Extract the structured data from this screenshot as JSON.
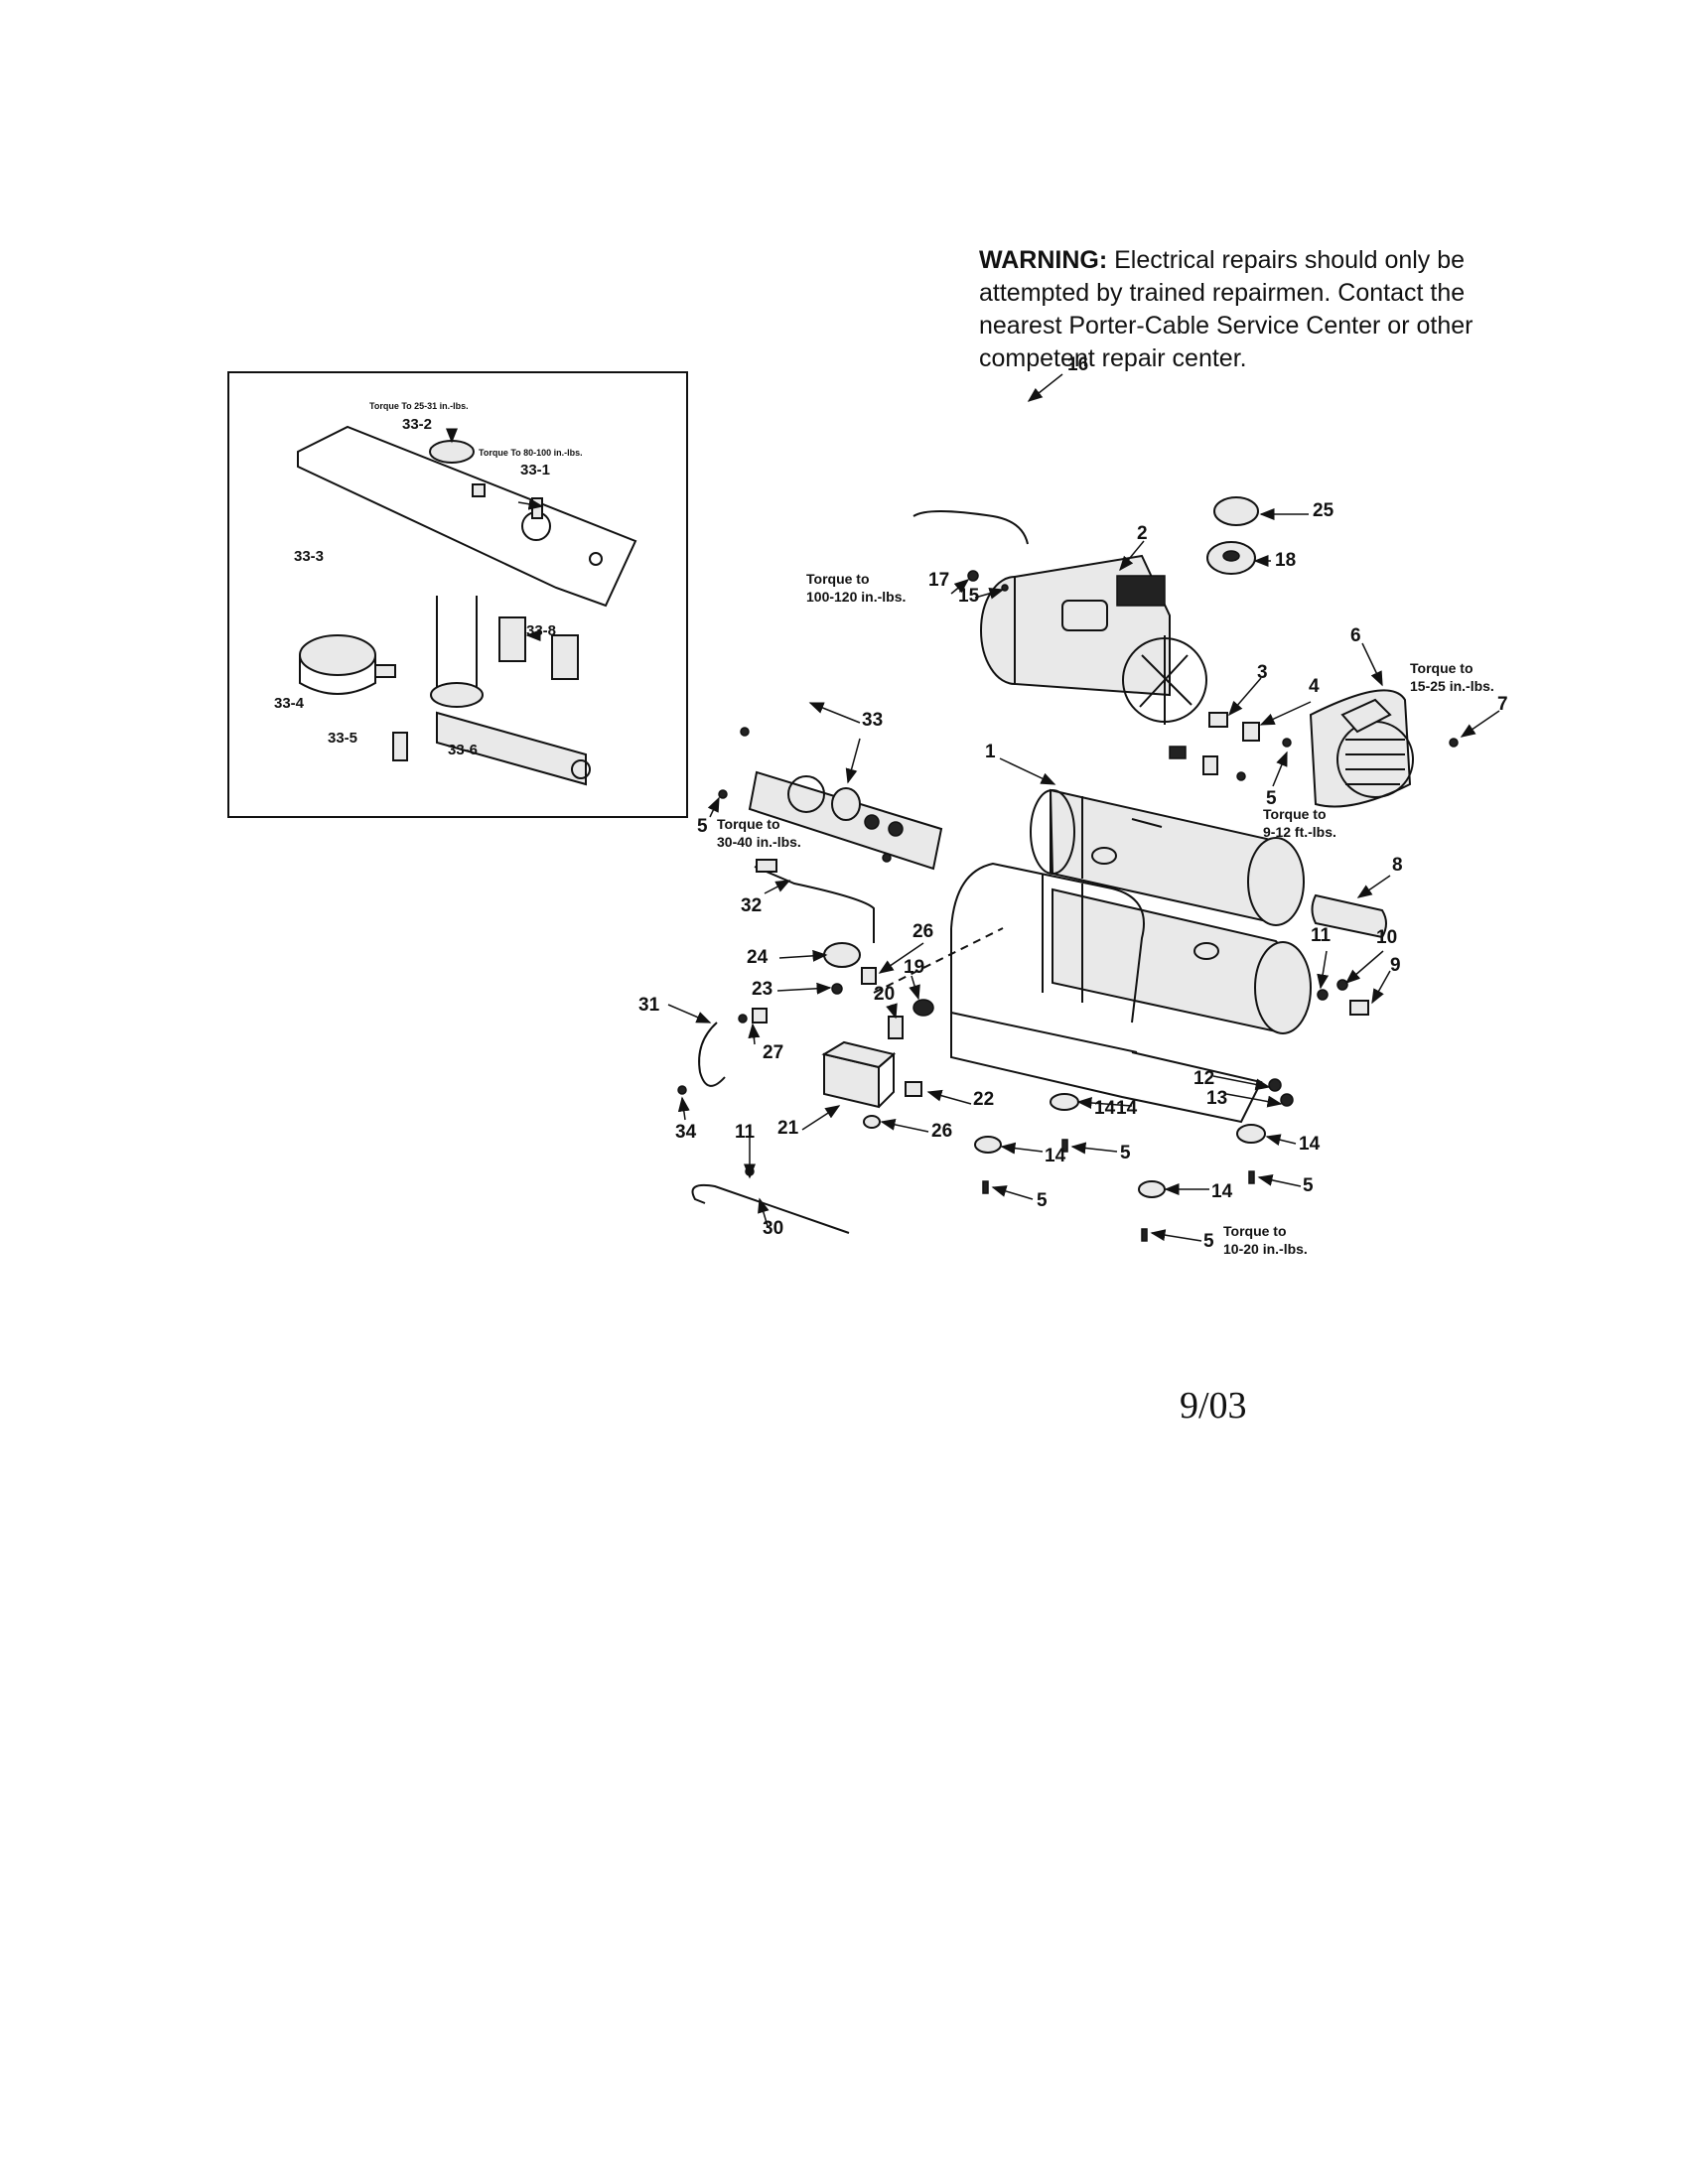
{
  "warning": {
    "heading": "WARNING:",
    "text": "Electrical repairs should only be attempted by trained repairmen.  Contact the nearest Porter-Cable Service Center or other competent repair center."
  },
  "date_code": "9/03",
  "inset": {
    "torque_notes": [
      "Torque To 25-31 in.-lbs.",
      "Torque To 80-100 in.-lbs."
    ],
    "labels": [
      "33-2",
      "33-1",
      "33-3",
      "33-8",
      "33-4",
      "33-5",
      "33-6"
    ]
  },
  "callouts": {
    "labels": [
      "16",
      "25",
      "2",
      "18",
      "17",
      "15",
      "6",
      "3",
      "4",
      "7",
      "33",
      "1",
      "5",
      "5",
      "8",
      "32",
      "26",
      "24",
      "19",
      "11",
      "10",
      "9",
      "23",
      "20",
      "31",
      "27",
      "12",
      "13",
      "22",
      "34",
      "11",
      "21",
      "26",
      "14",
      "14",
      "5",
      "14",
      "14",
      "5",
      "5",
      "30",
      "5",
      "14"
    ],
    "torque_notes": [
      "Torque to",
      "100-120 in.-lbs.",
      "Torque to",
      "15-25 in.-lbs.",
      "Torque to",
      "9-12 ft.-lbs.",
      "Torque to",
      "30-40 in.-lbs.",
      "Torque to",
      "10-20 in.-lbs."
    ]
  },
  "icons": [
    "compressor-motor-pump",
    "air-tank-upper",
    "air-tank-lower",
    "roll-cage-frame",
    "pressure-gauge",
    "manifold",
    "rubber-foot",
    "shroud"
  ]
}
